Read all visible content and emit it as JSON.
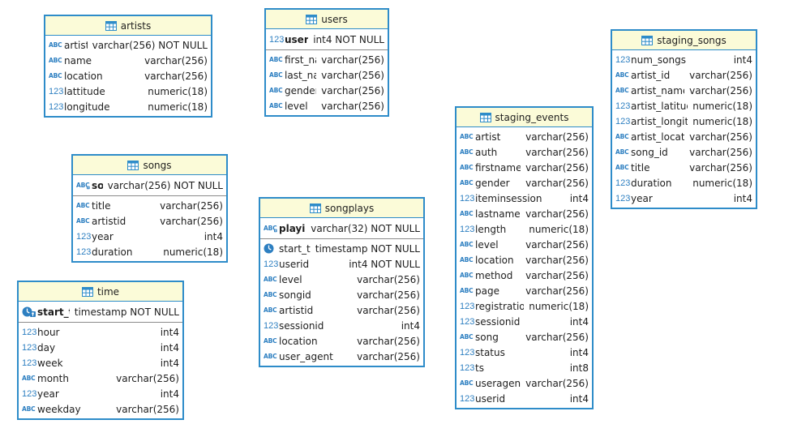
{
  "tables": [
    {
      "id": "artists",
      "name": "artists",
      "pk": [],
      "columns": [
        {
          "name": "artistid",
          "type": "varchar(256) NOT NULL",
          "icon": "abc"
        },
        {
          "name": "name",
          "type": "varchar(256)",
          "icon": "abc"
        },
        {
          "name": "location",
          "type": "varchar(256)",
          "icon": "abc"
        },
        {
          "name": "lattitude",
          "type": "numeric(18)",
          "icon": "123"
        },
        {
          "name": "longitude",
          "type": "numeric(18)",
          "icon": "123"
        }
      ]
    },
    {
      "id": "users",
      "name": "users",
      "pk": [
        {
          "name": "userid",
          "type": "int4 NOT NULL",
          "icon": "123-key"
        }
      ],
      "columns": [
        {
          "name": "first_name",
          "type": "varchar(256)",
          "icon": "abc"
        },
        {
          "name": "last_name",
          "type": "varchar(256)",
          "icon": "abc"
        },
        {
          "name": "gender",
          "type": "varchar(256)",
          "icon": "abc"
        },
        {
          "name": "level",
          "type": "varchar(256)",
          "icon": "abc"
        }
      ]
    },
    {
      "id": "staging_songs",
      "name": "staging_songs",
      "pk": [],
      "columns": [
        {
          "name": "num_songs",
          "type": "int4",
          "icon": "123"
        },
        {
          "name": "artist_id",
          "type": "varchar(256)",
          "icon": "abc"
        },
        {
          "name": "artist_name",
          "type": "varchar(256)",
          "icon": "abc"
        },
        {
          "name": "artist_latitude",
          "type": "numeric(18)",
          "icon": "123"
        },
        {
          "name": "artist_longitude",
          "type": "numeric(18)",
          "icon": "123"
        },
        {
          "name": "artist_location",
          "type": "varchar(256)",
          "icon": "abc"
        },
        {
          "name": "song_id",
          "type": "varchar(256)",
          "icon": "abc"
        },
        {
          "name": "title",
          "type": "varchar(256)",
          "icon": "abc"
        },
        {
          "name": "duration",
          "type": "numeric(18)",
          "icon": "123"
        },
        {
          "name": "year",
          "type": "int4",
          "icon": "123"
        }
      ]
    },
    {
      "id": "staging_events",
      "name": "staging_events",
      "pk": [],
      "columns": [
        {
          "name": "artist",
          "type": "varchar(256)",
          "icon": "abc"
        },
        {
          "name": "auth",
          "type": "varchar(256)",
          "icon": "abc"
        },
        {
          "name": "firstname",
          "type": "varchar(256)",
          "icon": "abc"
        },
        {
          "name": "gender",
          "type": "varchar(256)",
          "icon": "abc"
        },
        {
          "name": "iteminsession",
          "type": "int4",
          "icon": "123"
        },
        {
          "name": "lastname",
          "type": "varchar(256)",
          "icon": "abc"
        },
        {
          "name": "length",
          "type": "numeric(18)",
          "icon": "123"
        },
        {
          "name": "level",
          "type": "varchar(256)",
          "icon": "abc"
        },
        {
          "name": "location",
          "type": "varchar(256)",
          "icon": "abc"
        },
        {
          "name": "method",
          "type": "varchar(256)",
          "icon": "abc"
        },
        {
          "name": "page",
          "type": "varchar(256)",
          "icon": "abc"
        },
        {
          "name": "registration",
          "type": "numeric(18)",
          "icon": "123"
        },
        {
          "name": "sessionid",
          "type": "int4",
          "icon": "123"
        },
        {
          "name": "song",
          "type": "varchar(256)",
          "icon": "abc"
        },
        {
          "name": "status",
          "type": "int4",
          "icon": "123"
        },
        {
          "name": "ts",
          "type": "int8",
          "icon": "123"
        },
        {
          "name": "useragent",
          "type": "varchar(256)",
          "icon": "abc"
        },
        {
          "name": "userid",
          "type": "int4",
          "icon": "123"
        }
      ]
    },
    {
      "id": "songs",
      "name": "songs",
      "pk": [
        {
          "name": "songid",
          "type": "varchar(256) NOT NULL",
          "icon": "abc-key"
        }
      ],
      "columns": [
        {
          "name": "title",
          "type": "varchar(256)",
          "icon": "abc"
        },
        {
          "name": "artistid",
          "type": "varchar(256)",
          "icon": "abc"
        },
        {
          "name": "year",
          "type": "int4",
          "icon": "123"
        },
        {
          "name": "duration",
          "type": "numeric(18)",
          "icon": "123"
        }
      ]
    },
    {
      "id": "songplays",
      "name": "songplays",
      "pk": [
        {
          "name": "playid",
          "type": "varchar(32) NOT NULL",
          "icon": "abc-key"
        }
      ],
      "columns": [
        {
          "name": "start_time",
          "type": "timestamp NOT NULL",
          "icon": "clock"
        },
        {
          "name": "userid",
          "type": "int4 NOT NULL",
          "icon": "123"
        },
        {
          "name": "level",
          "type": "varchar(256)",
          "icon": "abc"
        },
        {
          "name": "songid",
          "type": "varchar(256)",
          "icon": "abc"
        },
        {
          "name": "artistid",
          "type": "varchar(256)",
          "icon": "abc"
        },
        {
          "name": "sessionid",
          "type": "int4",
          "icon": "123"
        },
        {
          "name": "location",
          "type": "varchar(256)",
          "icon": "abc"
        },
        {
          "name": "user_agent",
          "type": "varchar(256)",
          "icon": "abc"
        }
      ]
    },
    {
      "id": "time",
      "name": "time",
      "pk": [
        {
          "name": "start_time",
          "type": "timestamp NOT NULL",
          "icon": "clock-key"
        }
      ],
      "columns": [
        {
          "name": "hour",
          "type": "int4",
          "icon": "123"
        },
        {
          "name": "day",
          "type": "int4",
          "icon": "123"
        },
        {
          "name": "week",
          "type": "int4",
          "icon": "123"
        },
        {
          "name": "month",
          "type": "varchar(256)",
          "icon": "abc"
        },
        {
          "name": "year",
          "type": "int4",
          "icon": "123"
        },
        {
          "name": "weekday",
          "type": "varchar(256)",
          "icon": "abc"
        }
      ]
    }
  ],
  "colors": {
    "border": "#2e8cc9",
    "header_bg": "#fbfbd8",
    "icon": "#2d7fc1",
    "separator": "#8a8a8a"
  }
}
